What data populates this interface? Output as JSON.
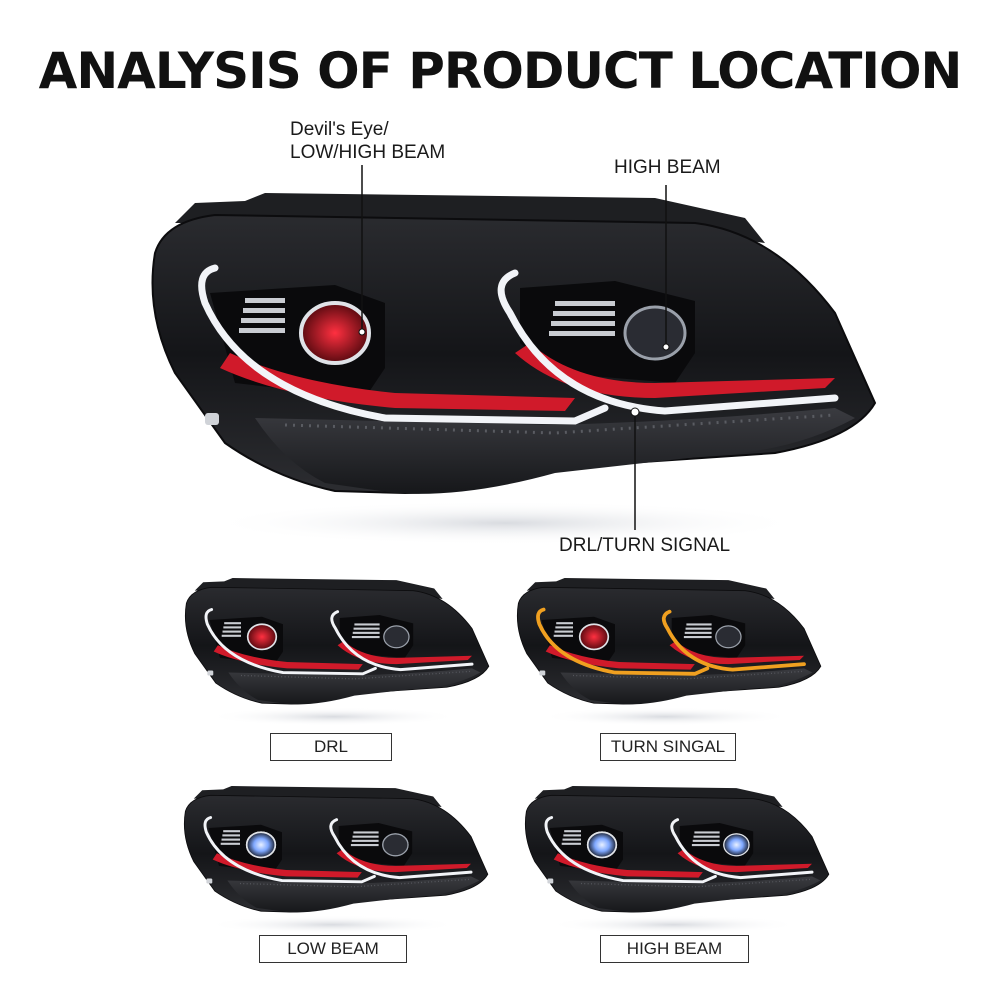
{
  "title": "ANALYSIS OF PRODUCT LOCATION",
  "callouts": {
    "devils_eye_line1": "Devil's Eye/",
    "devils_eye_line2": "LOW/HIGH BEAM",
    "high_beam": "HIGH BEAM",
    "drl_turn": "DRL/TURN SIGNAL"
  },
  "variants": {
    "drl": "DRL",
    "turn": "TURN SINGAL",
    "low_beam": "LOW BEAM",
    "high_beam": "HIGH BEAM"
  },
  "colors": {
    "housing": "#1b1c1f",
    "accent_red": "#d01a2a",
    "drl_white": "#f2f4f8",
    "turn_amber": "#f0a020",
    "beam_blue": "#7fa8ff"
  }
}
